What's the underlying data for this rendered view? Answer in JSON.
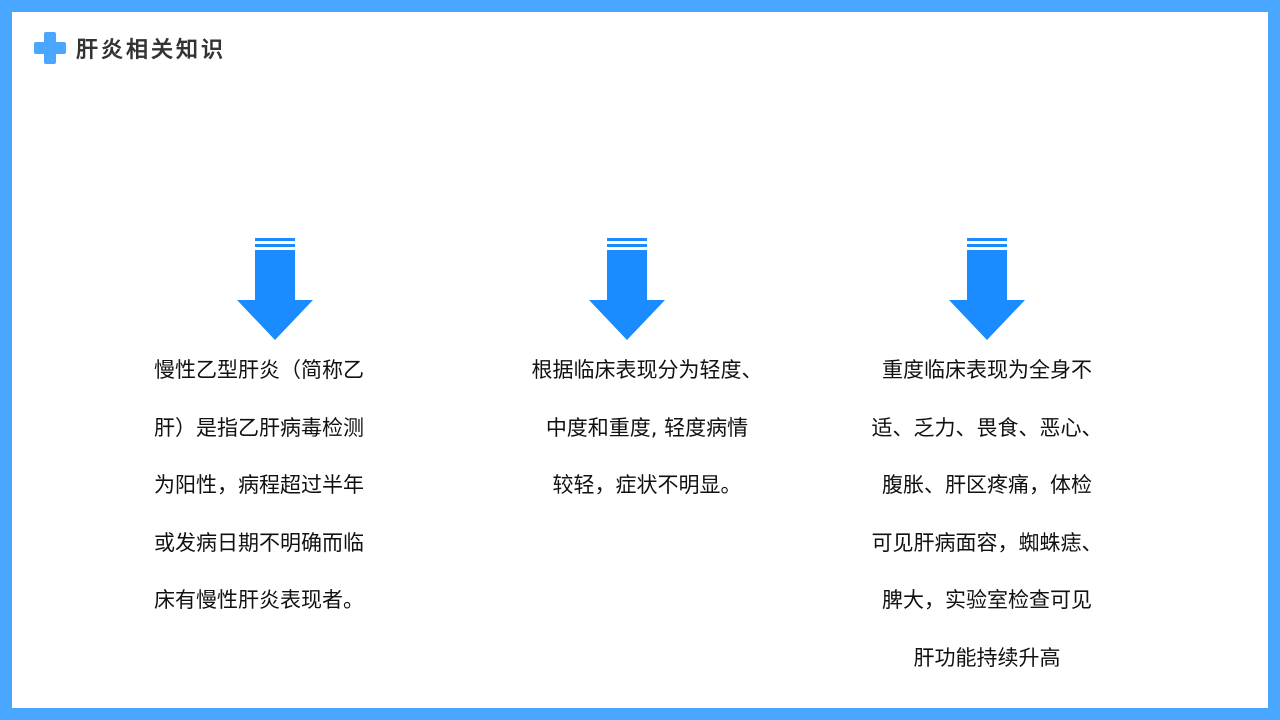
{
  "header": {
    "title": "肝炎相关知识",
    "icon": "medical-cross-icon",
    "accent_color": "#4aa7ff"
  },
  "arrow_color": "#1a8cff",
  "columns": [
    {
      "lines": [
        "慢性乙型肝炎（简称乙",
        "肝）是指乙肝病毒检测",
        "为阳性，病程超过半年",
        "或发病日期不明确而临",
        "床有慢性肝炎表现者。"
      ]
    },
    {
      "lines": [
        "根据临床表现分为轻度、",
        "中度和重度, 轻度病情",
        "较轻，症状不明显。"
      ]
    },
    {
      "lines": [
        "重度临床表现为全身不",
        "适、乏力、畏食、恶心、",
        "腹胀、肝区疼痛，体检",
        "可见肝病面容，蜘蛛痣、",
        "脾大，实验室检查可见",
        "肝功能持续升高"
      ]
    }
  ]
}
